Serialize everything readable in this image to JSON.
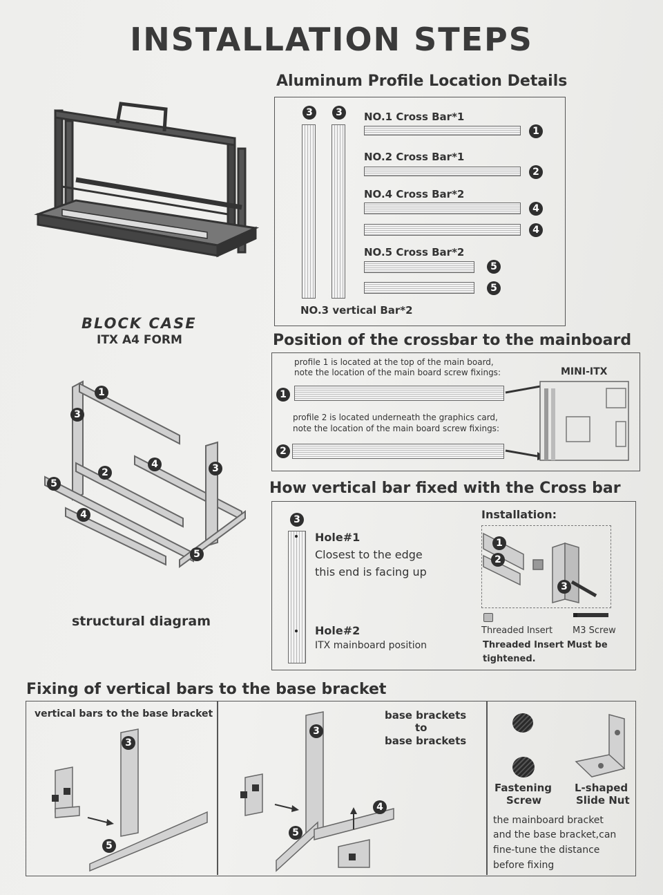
{
  "title": "INSTALLATION STEPS",
  "profile_details": {
    "heading": "Aluminum Profile Location Details",
    "bars": [
      {
        "label": "NO.1  Cross Bar*1",
        "num": "1"
      },
      {
        "label": "NO.2  Cross Bar*1",
        "num": "2"
      },
      {
        "label": "NO.4  Cross Bar*2",
        "num": "4"
      },
      {
        "label": "NO.5  Cross Bar*2",
        "num": "5"
      }
    ],
    "vertical_label": "NO.3  vertical Bar*2",
    "vertical_num": "3"
  },
  "product": {
    "name": "BLOCK CASE",
    "form": "ITX A4 FORM"
  },
  "structural": {
    "label": "structural diagram",
    "nums": [
      "1",
      "3",
      "2",
      "4",
      "5",
      "4",
      "3",
      "5"
    ]
  },
  "crossbar_position": {
    "heading": "Position of the crossbar to the mainboard",
    "profile1_text_a": "profile 1 is located at the top of the main board,",
    "profile1_text_b": "note the location of the main board screw fixings:",
    "profile2_text_a": "profile 2 is located underneath the graphics card,",
    "profile2_text_b": "note the location of the main board screw fixings:",
    "board_label": "MINI-ITX",
    "num1": "1",
    "num2": "2"
  },
  "vertical_fix": {
    "heading": "How vertical bar fixed with the Cross bar",
    "num": "3",
    "hole1": "Hole#1",
    "hole1_desc_a": "Closest to the edge",
    "hole1_desc_b": "this end is facing up",
    "hole2": "Hole#2",
    "hole2_desc": "ITX mainboard position",
    "installation": "Installation:",
    "inst_nums": [
      "1",
      "2",
      "3"
    ],
    "threaded_insert": "Threaded Insert",
    "m3_screw": "M3 Screw",
    "must_a": "Threaded Insert Must be",
    "must_b": "tightened."
  },
  "base_fix": {
    "heading": "Fixing of vertical bars to the base bracket",
    "panel1_label": "vertical bars to the base bracket",
    "panel1_nums": [
      "3",
      "5"
    ],
    "panel2_label_a": "base brackets",
    "panel2_label_b": "to",
    "panel2_label_c": "base brackets",
    "panel2_nums": [
      "3",
      "4",
      "5"
    ],
    "fastening_a": "Fastening",
    "fastening_b": "Screw",
    "slide_a": "L-shaped",
    "slide_b": "Slide Nut",
    "note_a": "the mainboard bracket",
    "note_b": "and the base bracket,can",
    "note_c": "fine-tune the distance",
    "note_d": "before fixing"
  }
}
